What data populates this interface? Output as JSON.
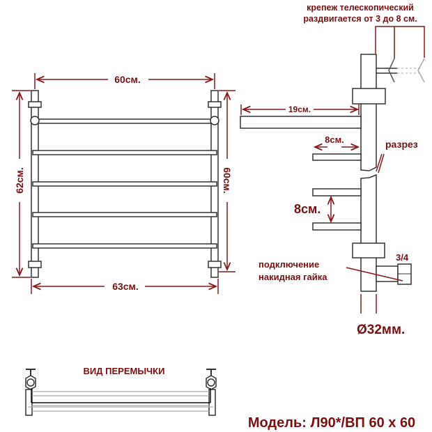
{
  "front_view": {
    "width_top": "60см.",
    "height_left": "62см.",
    "height_right": "60см.",
    "width_bottom": "63см."
  },
  "side_view": {
    "telescopic_line1": "крепеж телескопический",
    "telescopic_line2": "раздвигается от 3 до 8 см.",
    "depth_top": "19см.",
    "depth_rail": "8см.",
    "section": "разрез",
    "rail_spacing": "8см.",
    "thread": "3/4",
    "connection_line1": "подключение",
    "connection_line2": "накидная гайка",
    "diameter": "Ø32мм."
  },
  "jumper_view": {
    "title": "ВИД ПЕРЕМЫЧКИ"
  },
  "model": "Модель: Л90*/ВП 60 х 60",
  "colors": {
    "accent": "#7a0f0f",
    "line": "#333333"
  }
}
